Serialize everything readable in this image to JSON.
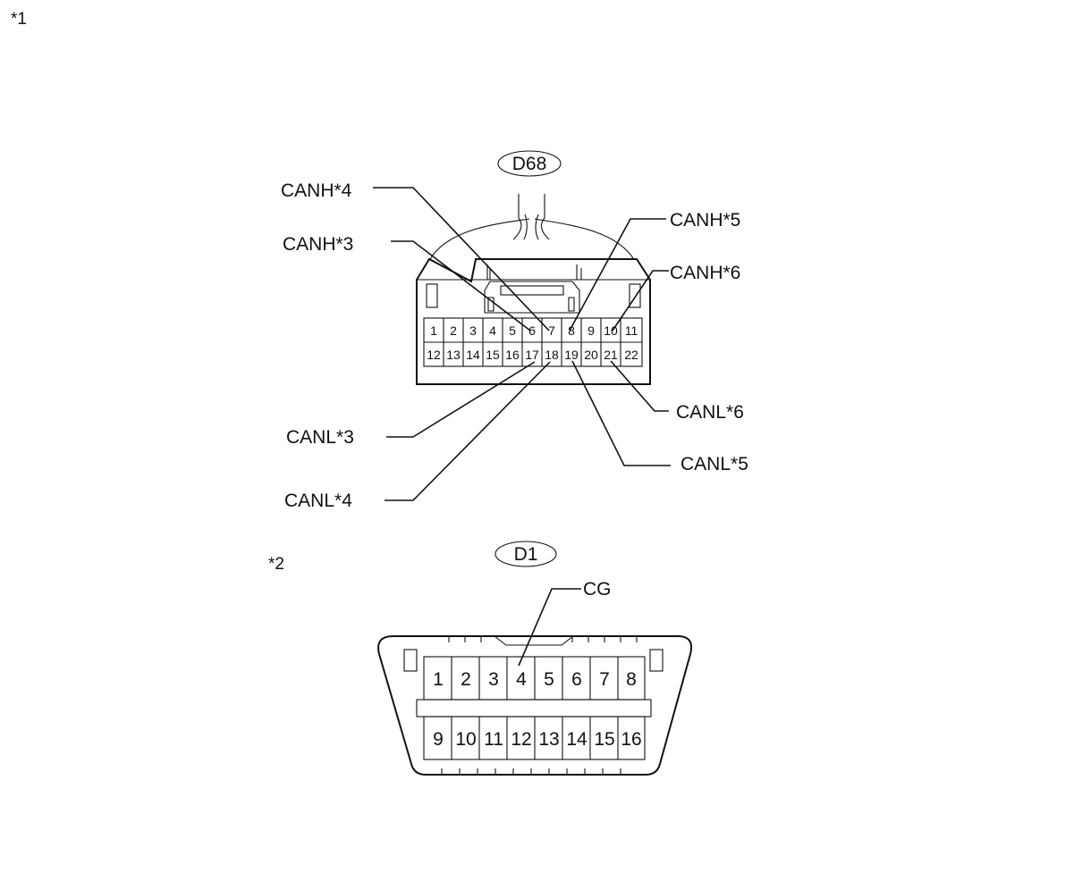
{
  "markers": {
    "m1": "*1",
    "m2": "*2"
  },
  "connector_d68": {
    "id": "D68",
    "pins_top": [
      "1",
      "2",
      "3",
      "4",
      "5",
      "6",
      "7",
      "8",
      "9",
      "10",
      "11"
    ],
    "pins_bottom": [
      "12",
      "13",
      "14",
      "15",
      "16",
      "17",
      "18",
      "19",
      "20",
      "21",
      "22"
    ],
    "labels": {
      "canh4": "CANH*4",
      "canh3": "CANH*3",
      "canh5": "CANH*5",
      "canh6": "CANH*6",
      "canl6": "CANL*6",
      "canl3": "CANL*3",
      "canl5": "CANL*5",
      "canl4": "CANL*4"
    }
  },
  "connector_d1": {
    "id": "D1",
    "pins_top": [
      "1",
      "2",
      "3",
      "4",
      "5",
      "6",
      "7",
      "8"
    ],
    "pins_bottom": [
      "9",
      "10",
      "11",
      "12",
      "13",
      "14",
      "15",
      "16"
    ],
    "labels": {
      "cg": "CG"
    }
  }
}
